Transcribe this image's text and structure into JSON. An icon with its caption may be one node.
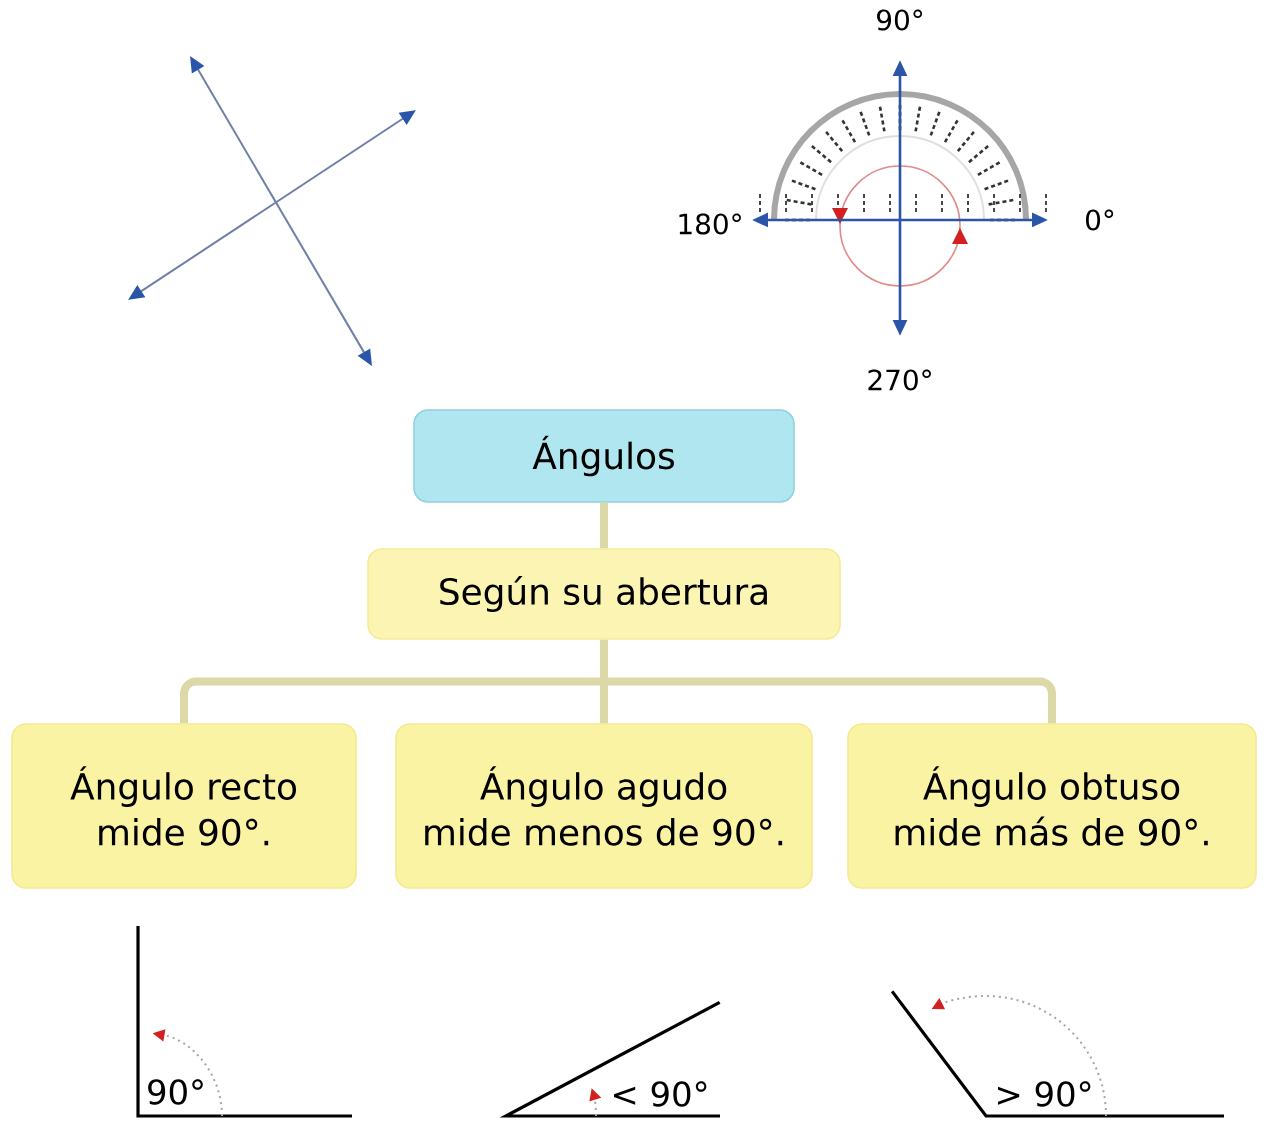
{
  "diagram": {
    "nodes": [
      {
        "text": [
          "Ángulos"
        ]
      },
      {
        "text": [
          "Según su abertura"
        ]
      },
      {
        "text": [
          "Ángulo recto",
          "mide 90°."
        ]
      },
      {
        "text": [
          "Ángulo agudo",
          "mide menos de 90°."
        ]
      },
      {
        "text": [
          "Ángulo obtuso",
          "mide más de 90°."
        ]
      }
    ],
    "edges": [
      {
        "from": 0,
        "to": 1,
        "arrow": "none"
      },
      {
        "from": 1,
        "to": 2,
        "arrow": "none"
      },
      {
        "from": 1,
        "to": 3,
        "arrow": "none"
      },
      {
        "from": 1,
        "to": 4,
        "arrow": "none"
      }
    ],
    "labels": [
      "90°",
      "180°",
      "0°",
      "270°",
      "90°",
      "< 90°",
      "> 90°"
    ]
  }
}
